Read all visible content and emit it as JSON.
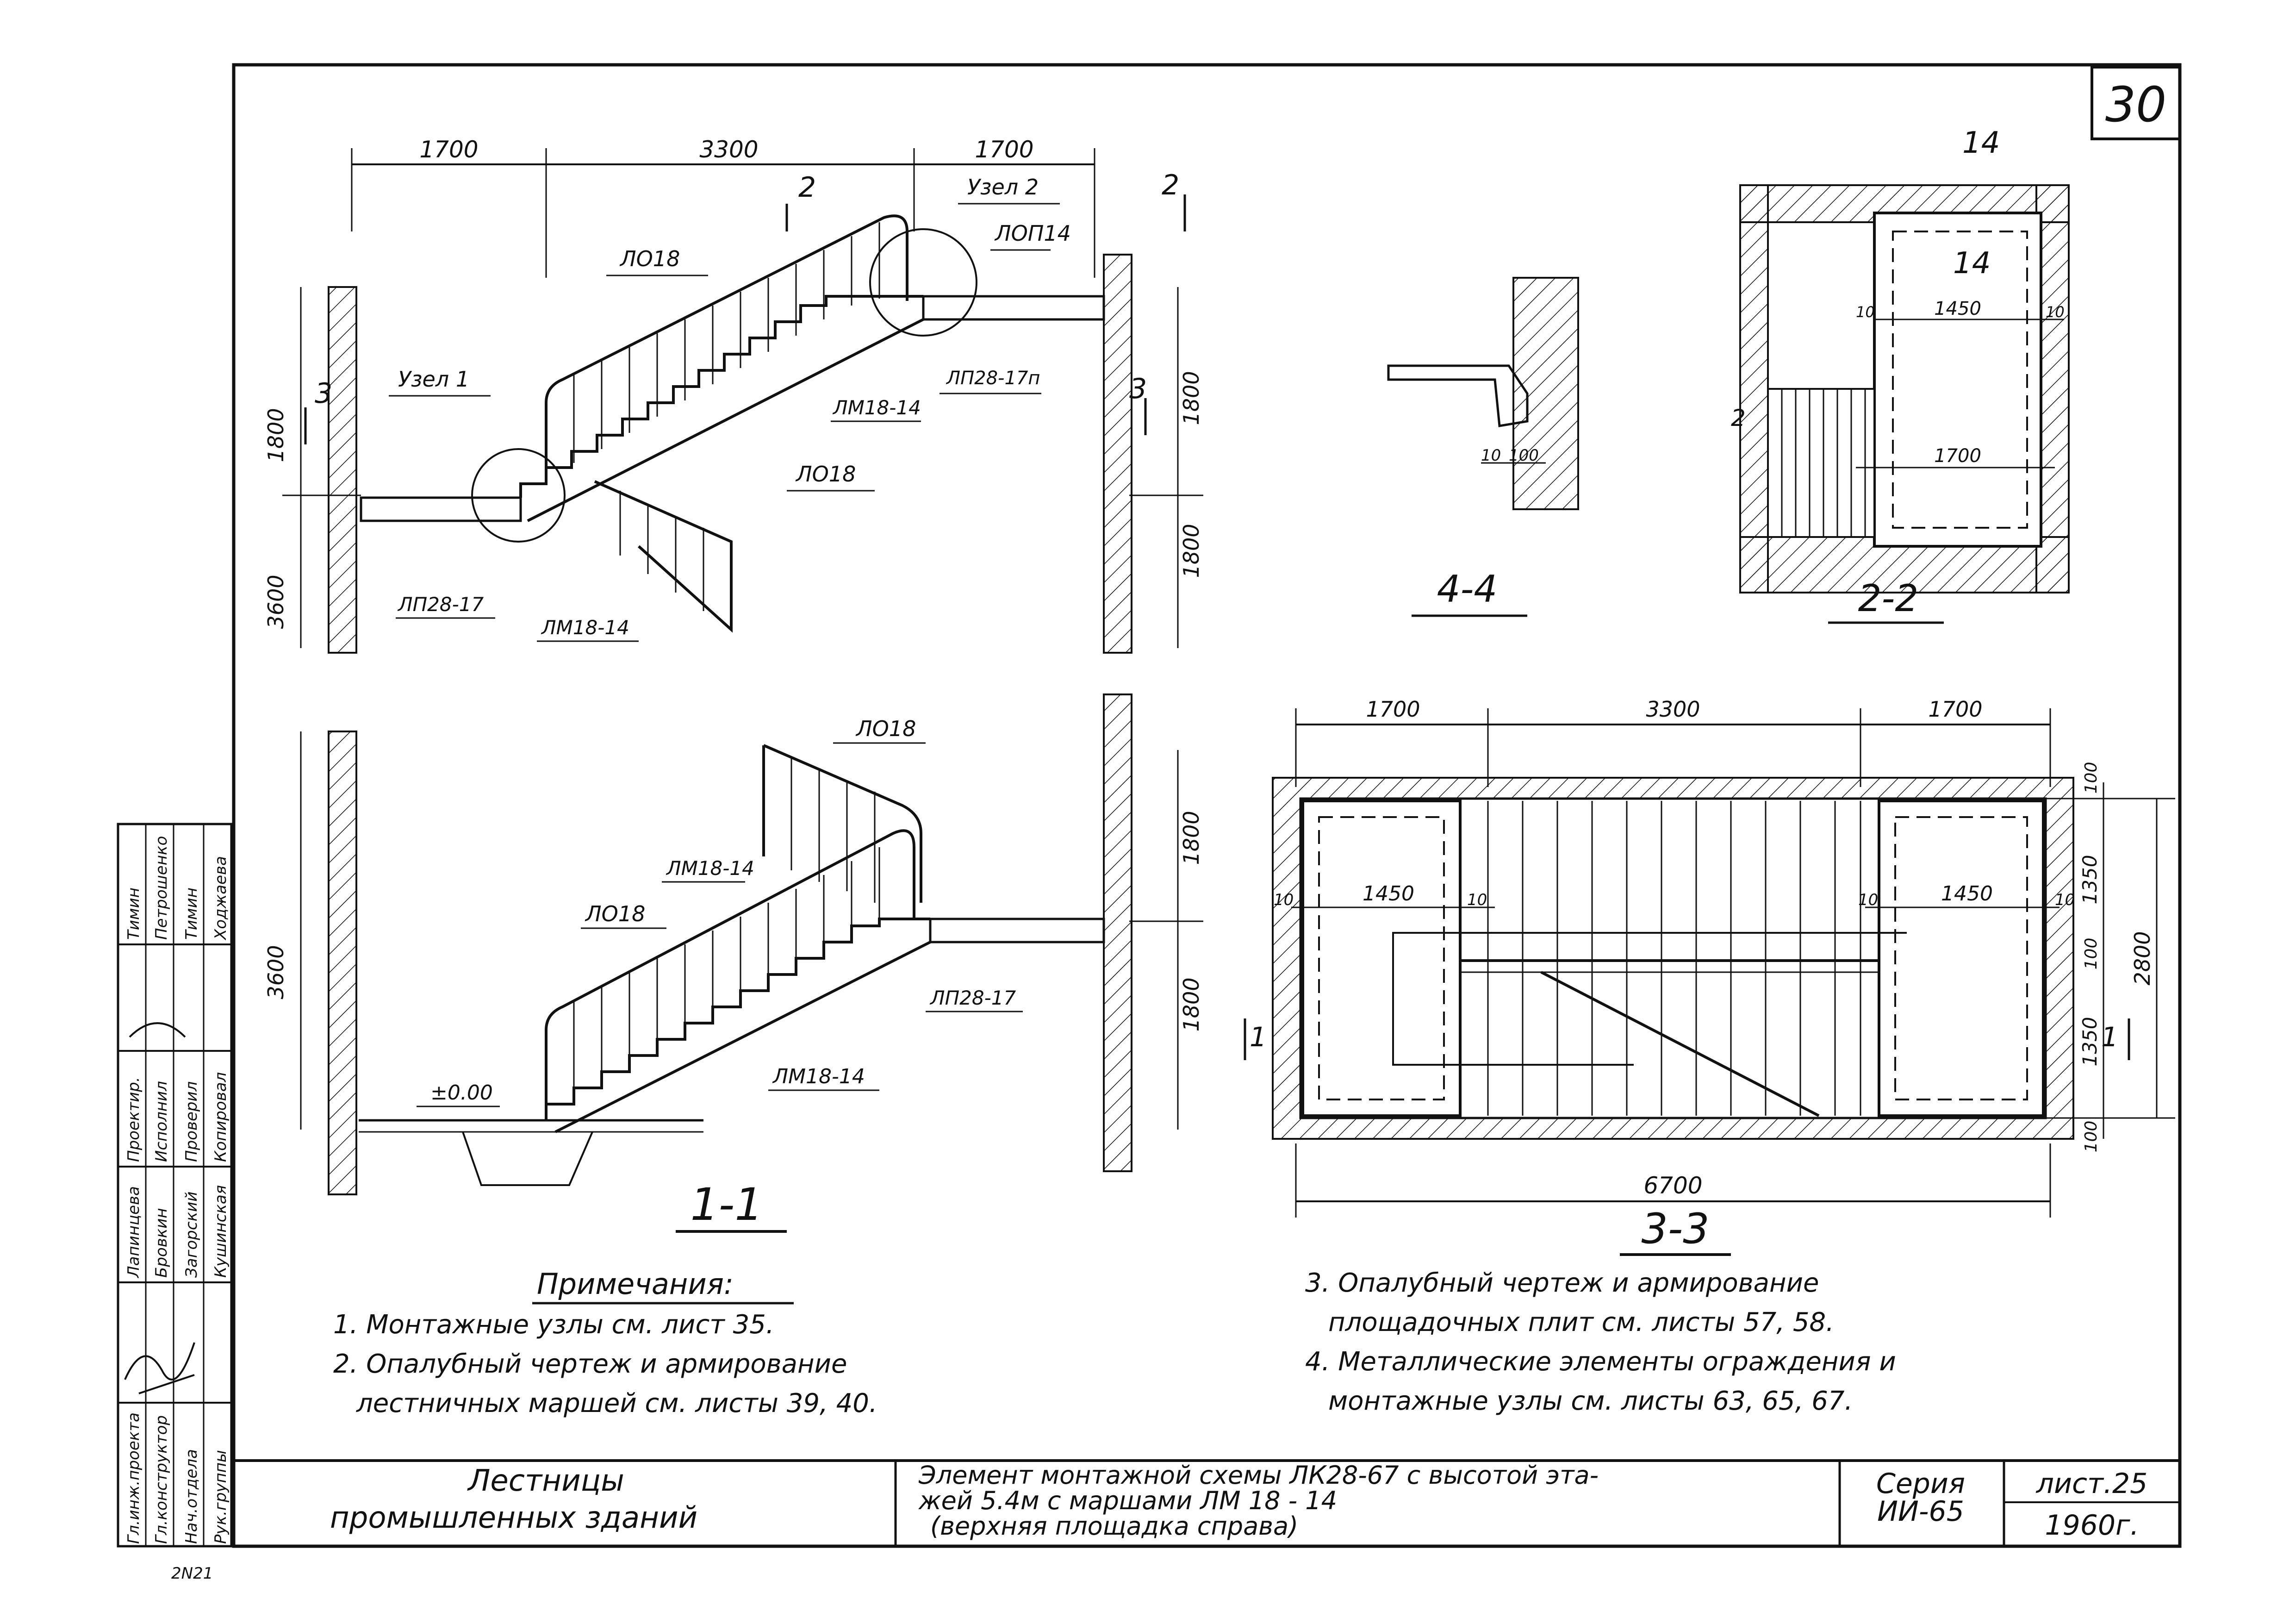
{
  "sheet_number": "30",
  "elevation": {
    "top_dims": [
      "1700",
      "3300",
      "1700"
    ],
    "uzel2": "Узел 2",
    "uzel1": "Узел 1",
    "lo18": "ЛО18",
    "lop14": "ЛОП14",
    "lp28_17": "ЛП28-17",
    "lp28_17p": "ЛП28-17п",
    "lm18_14": "ЛМ18-14",
    "v1800": "1800",
    "v3600": "3600",
    "sec2": "2",
    "sec3": "3",
    "level": "±0.00",
    "title": "1-1"
  },
  "section44": {
    "d10": "10",
    "d100": "100",
    "title": "4-4"
  },
  "section22": {
    "top": "14",
    "inner": "14",
    "w1450": "1450",
    "w1700": "1700",
    "e10": "10",
    "left": "2",
    "title": "2-2"
  },
  "plan33": {
    "dims_top": [
      "1700",
      "3300",
      "1700"
    ],
    "overall": "6700",
    "w1450": "1450",
    "e10": "10",
    "right_dims": [
      "100",
      "1350",
      "100",
      "1350",
      "100"
    ],
    "total_h": "2800",
    "marker": "1",
    "title": "3-3"
  },
  "notes": {
    "heading": "Примечания:",
    "items": [
      "1. Монтажные узлы см. лист 35.",
      "2. Опалубный чертеж и армирование",
      "лестничных маршей см. листы 39, 40.",
      "3. Опалубный чертеж и армирование",
      "площадочных плит см. листы 57, 58.",
      "4. Металлические элементы ограждения и",
      "монтажные узлы см. листы 63, 65, 67."
    ]
  },
  "stamp": {
    "roles": [
      "Гл.инж.проекта",
      "Гл.конструктор",
      "Нач.отдела",
      "Рук.группы",
      "Проектир.",
      "Исполнил",
      "Проверил",
      "Копировал"
    ],
    "names": [
      "Лапинцева",
      "Бровкин",
      "Загорский",
      "Кушинская",
      "Тимин",
      "Петрошенко",
      "Тимин",
      "Ходжаева"
    ],
    "project_title_1": "Лестницы",
    "project_title_2": "промышленных зданий",
    "description_1": "Элемент монтажной схемы ЛК28-67 с высотой эта-",
    "description_2": "жей 5.4м с маршами ЛМ 18 - 14",
    "description_3": "(верхняя площадка справа)",
    "series_label": "Серия",
    "series_value": "ИИ-65",
    "sheet_label": "лист.25",
    "year": "1960г.",
    "corner_note": "2N21"
  }
}
